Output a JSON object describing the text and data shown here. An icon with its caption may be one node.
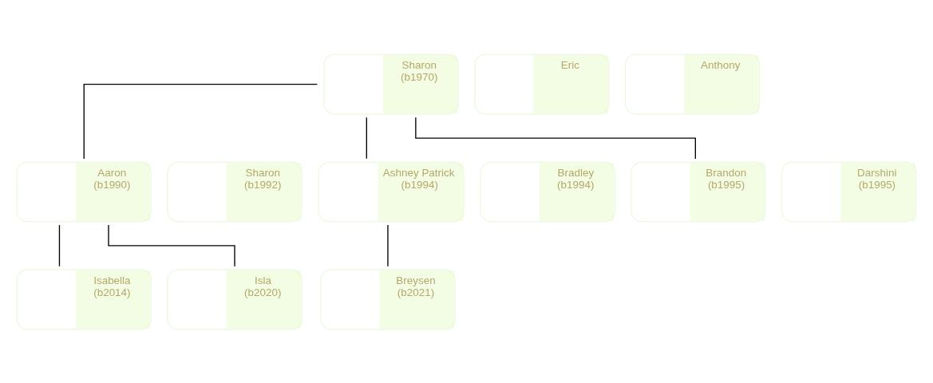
{
  "diagram": {
    "nodes": [
      {
        "text": [
          "Sharon",
          "(b1970)"
        ]
      },
      {
        "text": [
          "Eric"
        ]
      },
      {
        "text": [
          "Anthony"
        ]
      },
      {
        "text": [
          "Aaron",
          "(b1990)"
        ]
      },
      {
        "text": [
          "Sharon",
          "(b1992)"
        ]
      },
      {
        "text": [
          "Ashney Patrick",
          "(b1994)"
        ]
      },
      {
        "text": [
          "Bradley",
          "(b1994)"
        ]
      },
      {
        "text": [
          "Brandon",
          "(b1995)"
        ]
      },
      {
        "text": [
          "Darshini",
          "(b1995)"
        ]
      },
      {
        "text": [
          "Isabella",
          "(b2014)"
        ]
      },
      {
        "text": [
          "Isla",
          "(b2020)"
        ]
      },
      {
        "text": [
          "Breysen",
          "(b2021)"
        ]
      }
    ],
    "edges": [
      {
        "from": 0,
        "to": 3,
        "arrow": "none"
      },
      {
        "from": 0,
        "to": 5,
        "arrow": "none"
      },
      {
        "from": 0,
        "to": 7,
        "arrow": "none"
      },
      {
        "from": 3,
        "to": 9,
        "arrow": "none"
      },
      {
        "from": 3,
        "to": 10,
        "arrow": "none"
      },
      {
        "from": 5,
        "to": 11,
        "arrow": "none"
      }
    ]
  }
}
